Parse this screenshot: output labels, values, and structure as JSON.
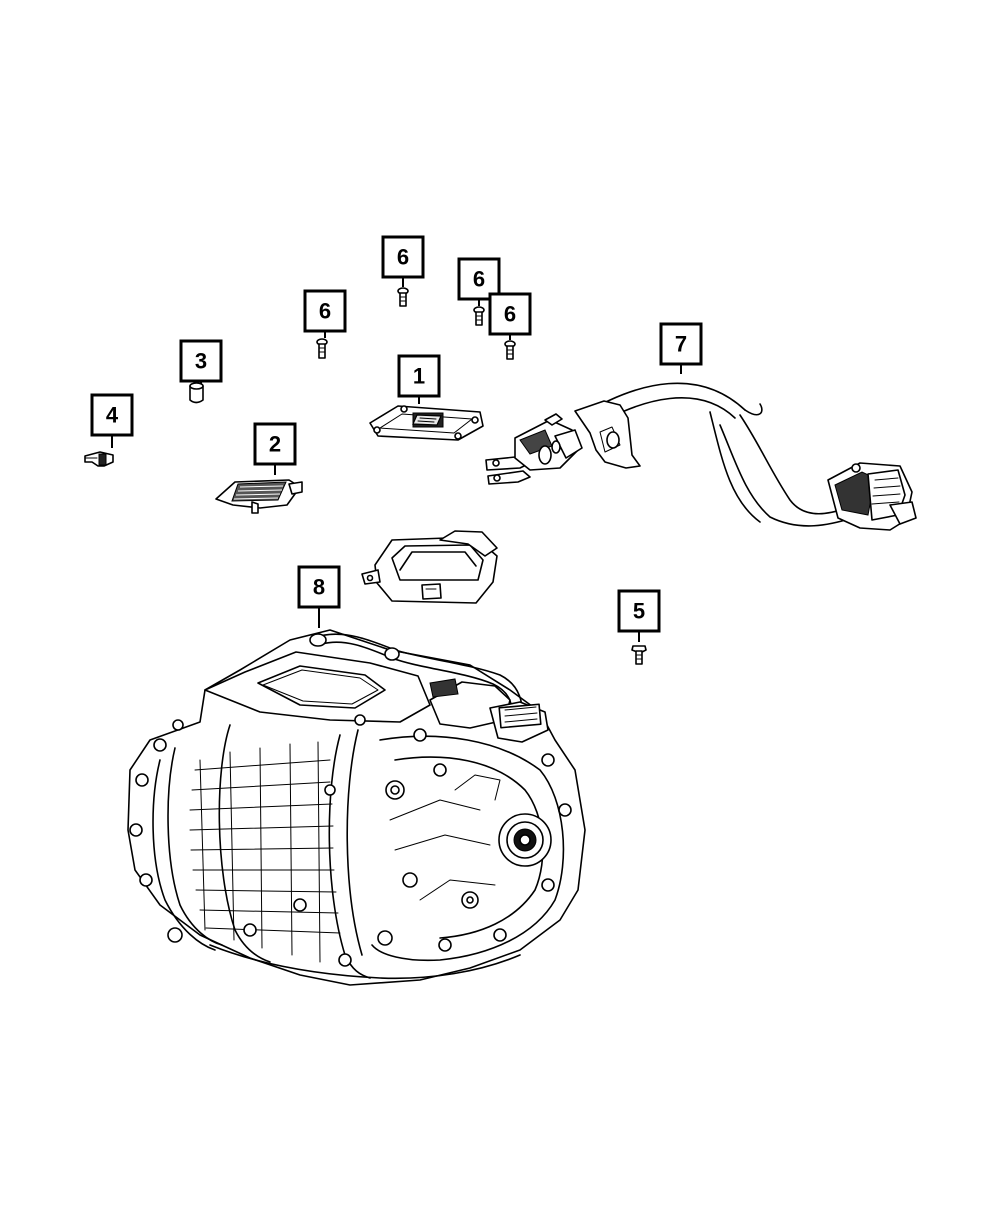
{
  "diagram": {
    "callouts": [
      {
        "id": "c1",
        "label": "1"
      },
      {
        "id": "c2",
        "label": "2"
      },
      {
        "id": "c3",
        "label": "3"
      },
      {
        "id": "c4",
        "label": "4"
      },
      {
        "id": "c5",
        "label": "5"
      },
      {
        "id": "c6a",
        "label": "6"
      },
      {
        "id": "c6b",
        "label": "6"
      },
      {
        "id": "c6c",
        "label": "6"
      },
      {
        "id": "c6d",
        "label": "6"
      },
      {
        "id": "c7",
        "label": "7"
      },
      {
        "id": "c8",
        "label": "8"
      }
    ]
  }
}
